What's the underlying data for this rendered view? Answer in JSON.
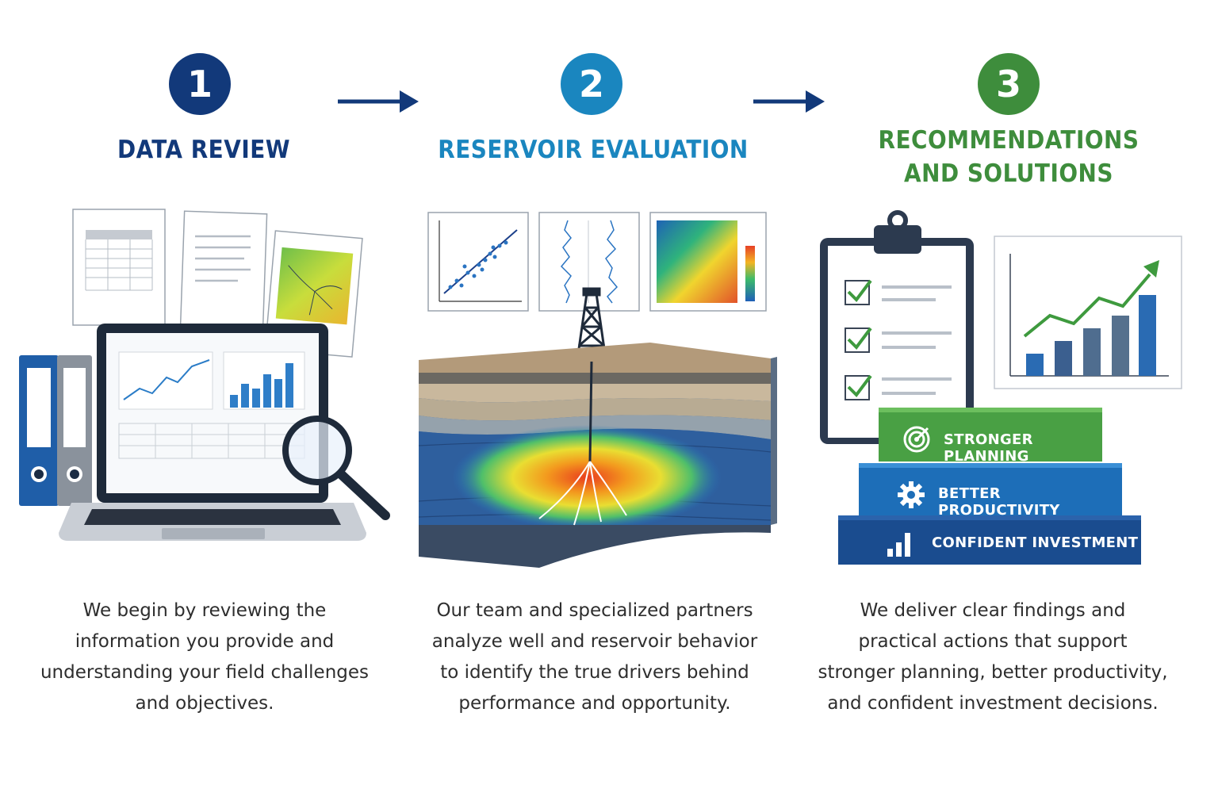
{
  "colors": {
    "step1": "#12397a",
    "step2": "#1a86bf",
    "step3": "#3e8d3c",
    "text": "#2e2e2e"
  },
  "steps": [
    {
      "number": "1",
      "title": "DATA REVIEW",
      "description": "We begin by reviewing the\ninformation you provide and\nunderstanding your field challenges\nand objectives."
    },
    {
      "number": "2",
      "title": "RESERVOIR EVALUATION",
      "description": "Our team and specialized partners\nanalyze well and reservoir behavior\nto identify the true drivers behind\nperformance and opportunity."
    },
    {
      "number": "3",
      "title": "RECOMMENDATIONS\nAND SOLUTIONS",
      "description": "We deliver clear findings and\npractical actions that support\nstronger planning, better productivity,\nand confident investment decisions."
    }
  ],
  "outcomes": [
    {
      "label": "STRONGER PLANNING",
      "icon": "target-icon"
    },
    {
      "label": "BETTER PRODUCTIVITY",
      "icon": "gear-icon"
    },
    {
      "label": "CONFIDENT INVESTMENT",
      "icon": "bar-chart-icon"
    }
  ]
}
